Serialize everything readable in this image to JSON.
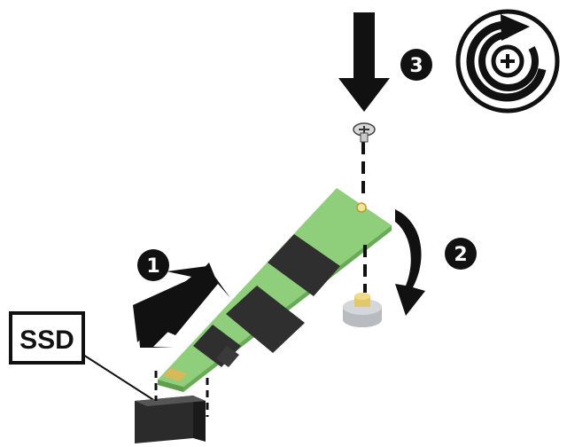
{
  "label": {
    "component": "SSD"
  },
  "steps": [
    {
      "number": "1",
      "action": "slide"
    },
    {
      "number": "2",
      "action": "rotate-down"
    },
    {
      "number": "3",
      "action": "screw-in"
    }
  ],
  "icons": {
    "rotate_screw": "clockwise-screw-icon",
    "screw": "screw-icon",
    "standoff": "standoff-icon",
    "connector": "m2-connector-icon",
    "card": "m2-ssd-card-icon"
  },
  "colors": {
    "pcb": "#8fce7a",
    "chip": "#2f2f2f",
    "arrow": "#111111",
    "badge": "#111111",
    "standoff": "#b8bcc0"
  }
}
